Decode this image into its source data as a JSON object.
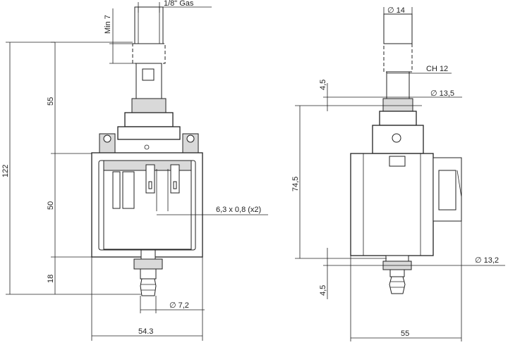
{
  "labels": {
    "thread": "1/8\" Gas",
    "min7": "Min 7",
    "d55": "55",
    "d122": "122",
    "d50": "50",
    "d18": "18",
    "tab": "6,3  x 0,8 (x2)",
    "d72": "∅ 7,2",
    "w543": "54.3",
    "d14": "∅  14",
    "ch12": "CH  12",
    "d45a": "4,5",
    "d135": "∅  13,5",
    "d745": "74,5",
    "d132": "∅  13,2",
    "d45b": "4,5",
    "w55": "55"
  },
  "colors": {
    "line": "#222222",
    "body": "#ffffff",
    "shade": "#d9d9d9"
  }
}
